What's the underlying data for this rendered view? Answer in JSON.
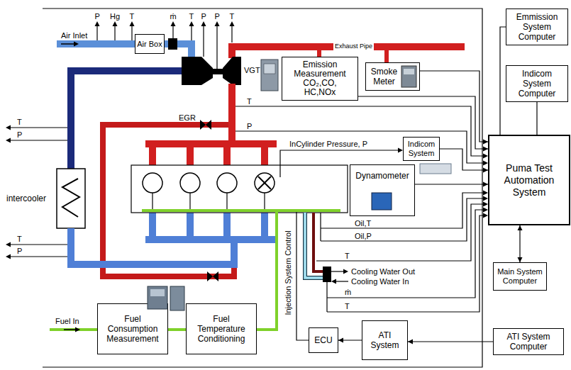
{
  "diagram": {
    "nodes": [
      {
        "text": [
          "Air Box"
        ]
      },
      {
        "text": [
          "Emmission System Computer"
        ]
      },
      {
        "text": [
          "Emission Measurement CO₂,CO, HC,NOx"
        ]
      },
      {
        "text": [
          "Smoke Meter"
        ]
      },
      {
        "text": [
          "Indicom System Computer"
        ]
      },
      {
        "text": [
          "Indicom System"
        ]
      },
      {
        "text": [
          "Dynamometer"
        ]
      },
      {
        "text": [
          "Puma Test Automation System"
        ]
      },
      {
        "text": [
          "intercooler"
        ]
      },
      {
        "text": [
          "Main System Computer"
        ]
      },
      {
        "text": [
          "Fuel Consumption Measurement"
        ]
      },
      {
        "text": [
          "Fuel Temperature Conditioning"
        ]
      },
      {
        "text": [
          "ECU"
        ]
      },
      {
        "text": [
          "ATI System"
        ]
      },
      {
        "text": [
          "ATI System Computer"
        ]
      }
    ],
    "edges": [
      {
        "from": 2,
        "to": 7,
        "arrow": "to"
      },
      {
        "from": 3,
        "to": 7,
        "arrow": "to"
      },
      {
        "from": 5,
        "to": 7,
        "arrow": "to"
      },
      {
        "from": 6,
        "to": 7,
        "arrow": "to"
      },
      {
        "from": 1,
        "to": 7,
        "arrow": "none"
      },
      {
        "from": 4,
        "to": 7,
        "arrow": "none"
      },
      {
        "from": 9,
        "to": 7,
        "arrow": "both"
      },
      {
        "from": 14,
        "to": 13,
        "arrow": "to"
      },
      {
        "from": 13,
        "to": 12,
        "arrow": "to"
      },
      {
        "from": 10,
        "to": 11,
        "arrow": "none"
      }
    ],
    "labels": [
      "Air Inlet",
      "P",
      "Hg",
      "T",
      "ṁ",
      "T",
      "P",
      "P",
      "T",
      "Exhaust Pipe",
      "VGT",
      "EGR",
      "T",
      "P",
      "InCylinder Pressure, P",
      "T",
      "P",
      "Oil,T",
      "Oil,P",
      "T",
      "Cooling Water Out",
      "Cooling Water In",
      "ṁ",
      "T",
      "T",
      "P",
      "Injection System Control",
      "Fuel In"
    ]
  }
}
